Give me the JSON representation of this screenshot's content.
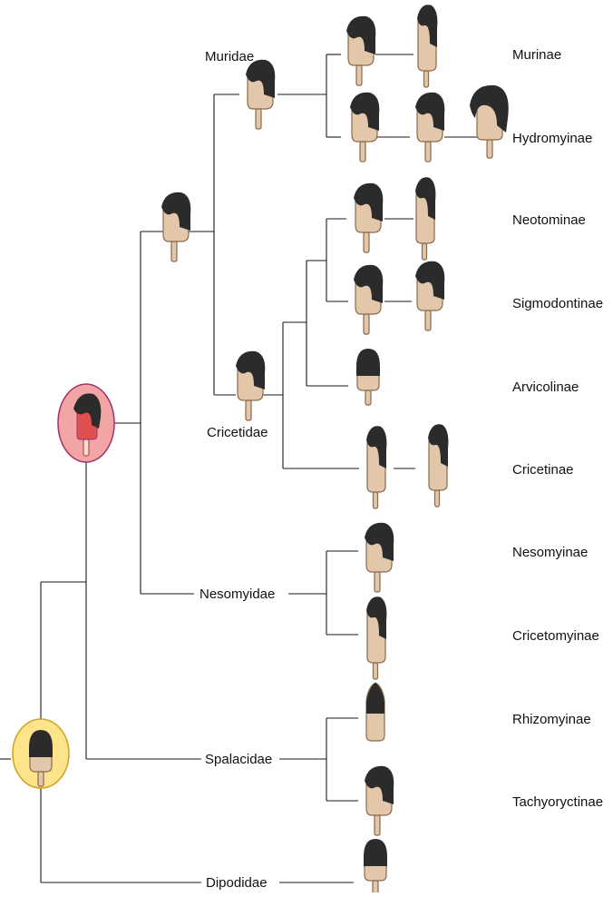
{
  "colors": {
    "background": "#ffffff",
    "line": "#1a1a1a",
    "organ_fill": "#e3c7ab",
    "organ_stroke": "#8a6a4a",
    "dark_tissue": "#2b2b2b",
    "muroid_node_fill": "#f3a5a5",
    "muroid_node_stroke": "#a0306a",
    "root_node_fill": "#fde48a",
    "root_node_stroke": "#d1a21a"
  },
  "families": {
    "muridae": "Muridae",
    "cricetidae": "Cricetidae",
    "nesomyidae": "Nesomyidae",
    "spalacidae": "Spalacidae",
    "dipodidae": "Dipodidae"
  },
  "subfamilies": {
    "murinae": "Murinae",
    "hydromyinae": "Hydromyinae",
    "neotominae": "Neotominae",
    "sigmodontinae": "Sigmodontinae",
    "arvicolinae": "Arvicolinae",
    "cricetinae": "Cricetinae",
    "nesomyinae": "Nesomyinae",
    "cricetomyinae": "Cricetomyinae",
    "rhizomyinae": "Rhizomyinae",
    "tachyoryctinae": "Tachyoryctinae"
  },
  "icons": {
    "organ": "hooked-organ-icon",
    "organ_tall": "tall-organ-icon",
    "organ_round": "rounded-organ-icon",
    "organ_cone": "cone-organ-icon"
  }
}
